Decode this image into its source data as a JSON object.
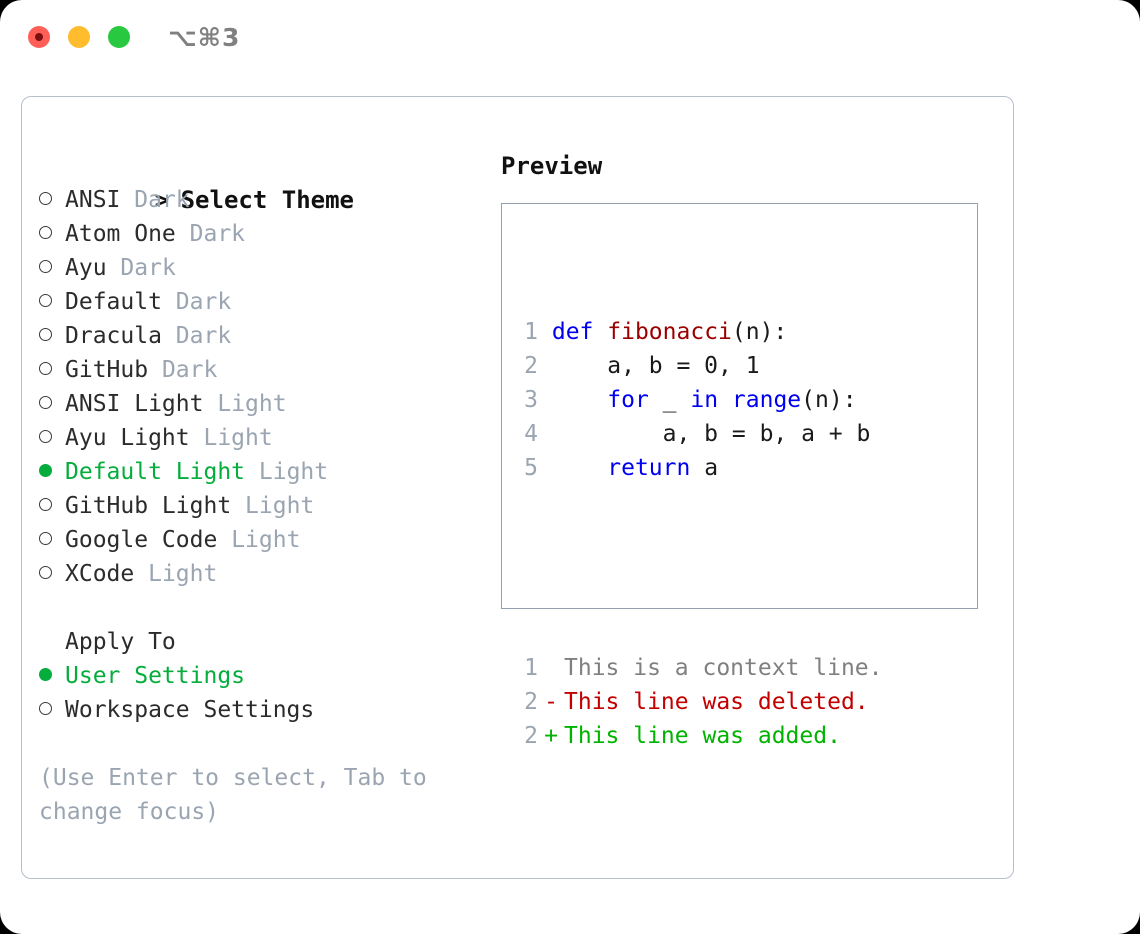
{
  "window": {
    "shortcut_label": "⌥⌘3",
    "traffic_lights": [
      {
        "name": "close",
        "color": "#FF5F57"
      },
      {
        "name": "minimize",
        "color": "#FFBD2E"
      },
      {
        "name": "maximize",
        "color": "#28C840"
      }
    ]
  },
  "theme_picker": {
    "heading_marker": ">",
    "heading": "Select Theme",
    "themes": [
      {
        "name": "ANSI",
        "mode": "Dark",
        "selected": false
      },
      {
        "name": "Atom One",
        "mode": "Dark",
        "selected": false
      },
      {
        "name": "Ayu",
        "mode": "Dark",
        "selected": false
      },
      {
        "name": "Default",
        "mode": "Dark",
        "selected": false
      },
      {
        "name": "Dracula",
        "mode": "Dark",
        "selected": false
      },
      {
        "name": "GitHub",
        "mode": "Dark",
        "selected": false
      },
      {
        "name": "ANSI Light",
        "mode": "Light",
        "selected": false
      },
      {
        "name": "Ayu Light",
        "mode": "Light",
        "selected": false
      },
      {
        "name": "Default Light",
        "mode": "Light",
        "selected": true
      },
      {
        "name": "GitHub Light",
        "mode": "Light",
        "selected": false
      },
      {
        "name": "Google Code",
        "mode": "Light",
        "selected": false
      },
      {
        "name": "XCode",
        "mode": "Light",
        "selected": false
      }
    ]
  },
  "apply_to": {
    "heading": "Apply To",
    "options": [
      {
        "label": "User Settings",
        "selected": true
      },
      {
        "label": "Workspace Settings",
        "selected": false
      }
    ]
  },
  "hint": "(Use Enter to select, Tab to change focus)",
  "preview": {
    "title": "Preview",
    "code_lines": [
      {
        "lineno": "1",
        "tokens": [
          {
            "t": "def",
            "c": "kw"
          },
          {
            "t": " ",
            "c": "pln"
          },
          {
            "t": "fibonacci",
            "c": "fn"
          },
          {
            "t": "(n):",
            "c": "pln"
          }
        ]
      },
      {
        "lineno": "2",
        "tokens": [
          {
            "t": "    a, b = 0, 1",
            "c": "pln"
          }
        ]
      },
      {
        "lineno": "3",
        "tokens": [
          {
            "t": "    ",
            "c": "pln"
          },
          {
            "t": "for",
            "c": "kw"
          },
          {
            "t": " _ ",
            "c": "pln"
          },
          {
            "t": "in",
            "c": "kw"
          },
          {
            "t": " ",
            "c": "pln"
          },
          {
            "t": "range",
            "c": "kw"
          },
          {
            "t": "(n):",
            "c": "pln"
          }
        ]
      },
      {
        "lineno": "4",
        "tokens": [
          {
            "t": "        a, b = b, a + b",
            "c": "pln"
          }
        ]
      },
      {
        "lineno": "5",
        "tokens": [
          {
            "t": "    ",
            "c": "pln"
          },
          {
            "t": "return",
            "c": "kw"
          },
          {
            "t": " a",
            "c": "pln"
          }
        ]
      }
    ],
    "diff_lines": [
      {
        "lineno": "1",
        "marker": " ",
        "text": "This is a context line.",
        "kind": "d-ctx"
      },
      {
        "lineno": "2",
        "marker": "-",
        "text": "This line was deleted.",
        "kind": "d-del"
      },
      {
        "lineno": "2",
        "marker": "+",
        "text": "This line was added.",
        "kind": "d-add"
      }
    ]
  },
  "colors": {
    "accent_green": "#05ad3c",
    "muted": "#9aa5b1",
    "keyword": "#0000ee",
    "function": "#9b0000",
    "diff_add": "#00b300",
    "diff_del": "#c20000",
    "panel_border": "#b6bfcb",
    "preview_border": "#93a0b0"
  }
}
